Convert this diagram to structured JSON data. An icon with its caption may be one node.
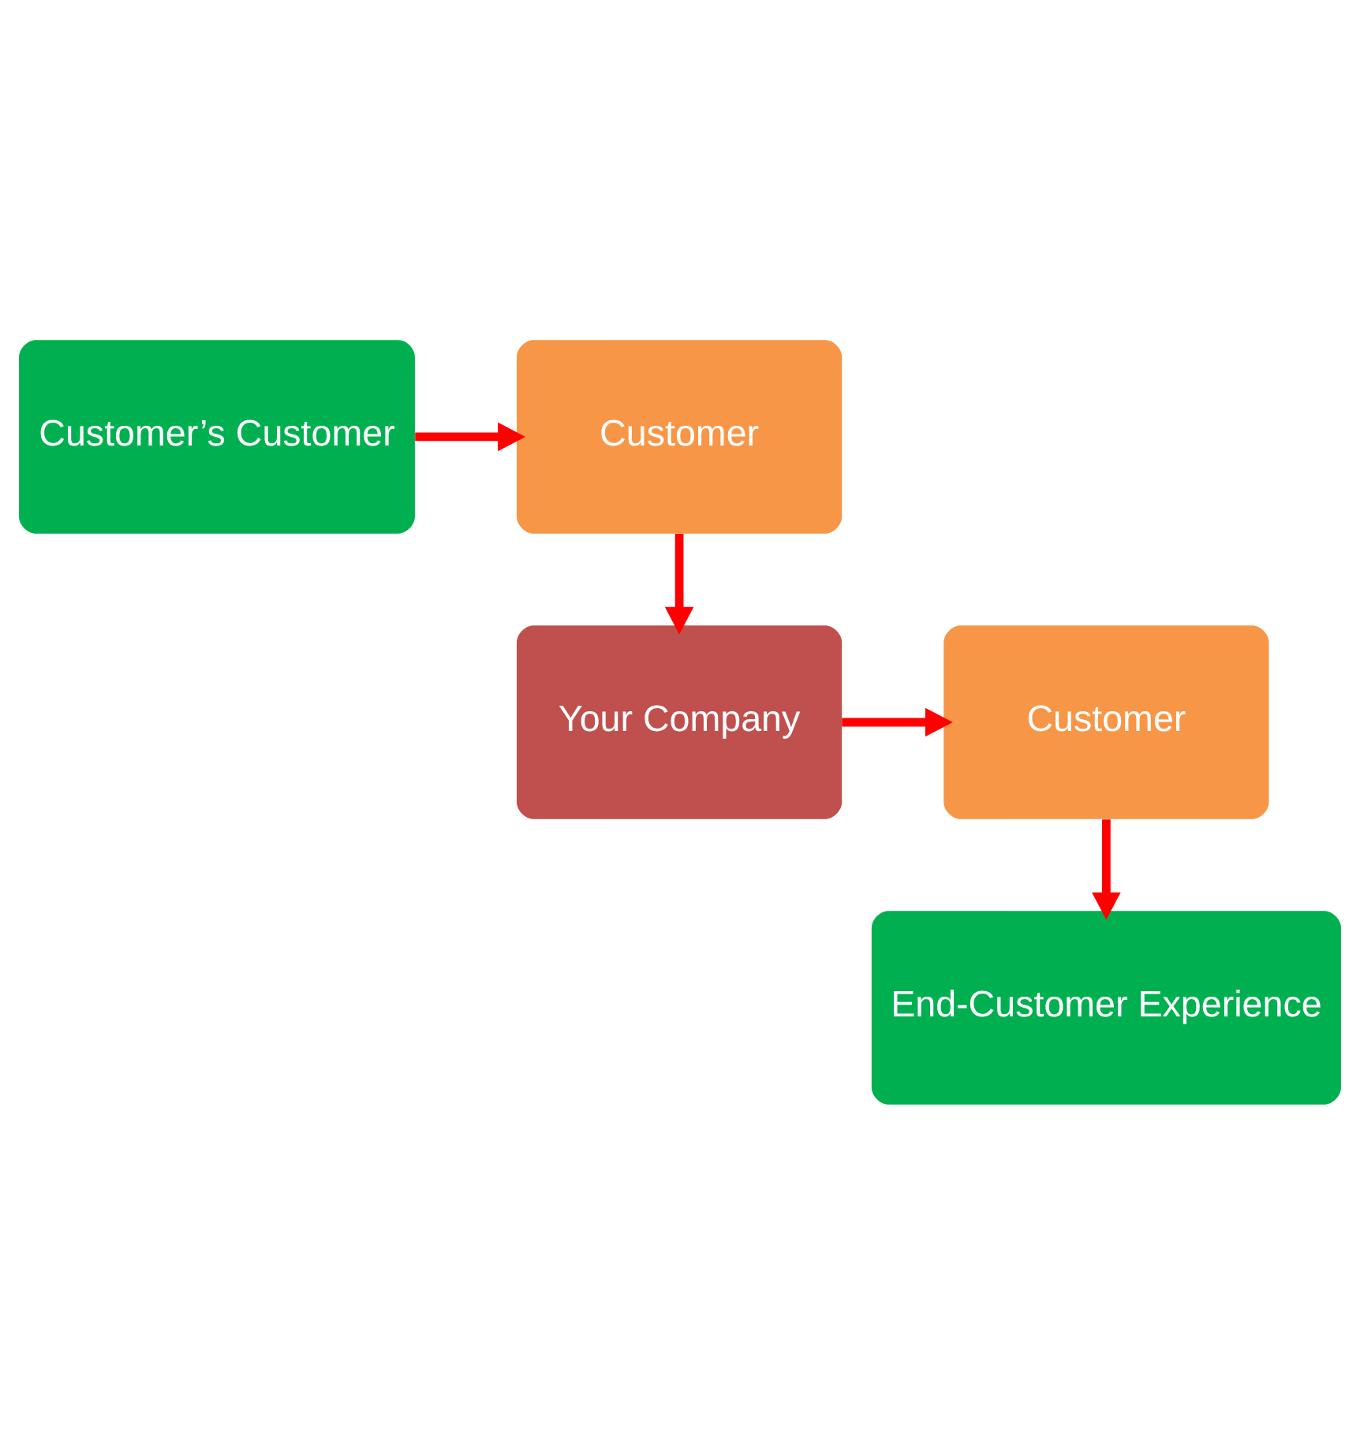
{
  "diagram": {
    "nodes": [
      {
        "text": [
          "Customer’s Customer"
        ]
      },
      {
        "text": [
          "Customer"
        ]
      },
      {
        "text": [
          "Your Company"
        ]
      },
      {
        "text": [
          "Customer"
        ]
      },
      {
        "text": [
          "End-Customer Experience"
        ]
      }
    ],
    "edges": [
      {
        "from": 0,
        "to": 1,
        "arrow": "to"
      },
      {
        "from": 1,
        "to": 2,
        "arrow": "to"
      },
      {
        "from": 2,
        "to": 3,
        "arrow": "to"
      },
      {
        "from": 3,
        "to": 4,
        "arrow": "to"
      }
    ]
  }
}
